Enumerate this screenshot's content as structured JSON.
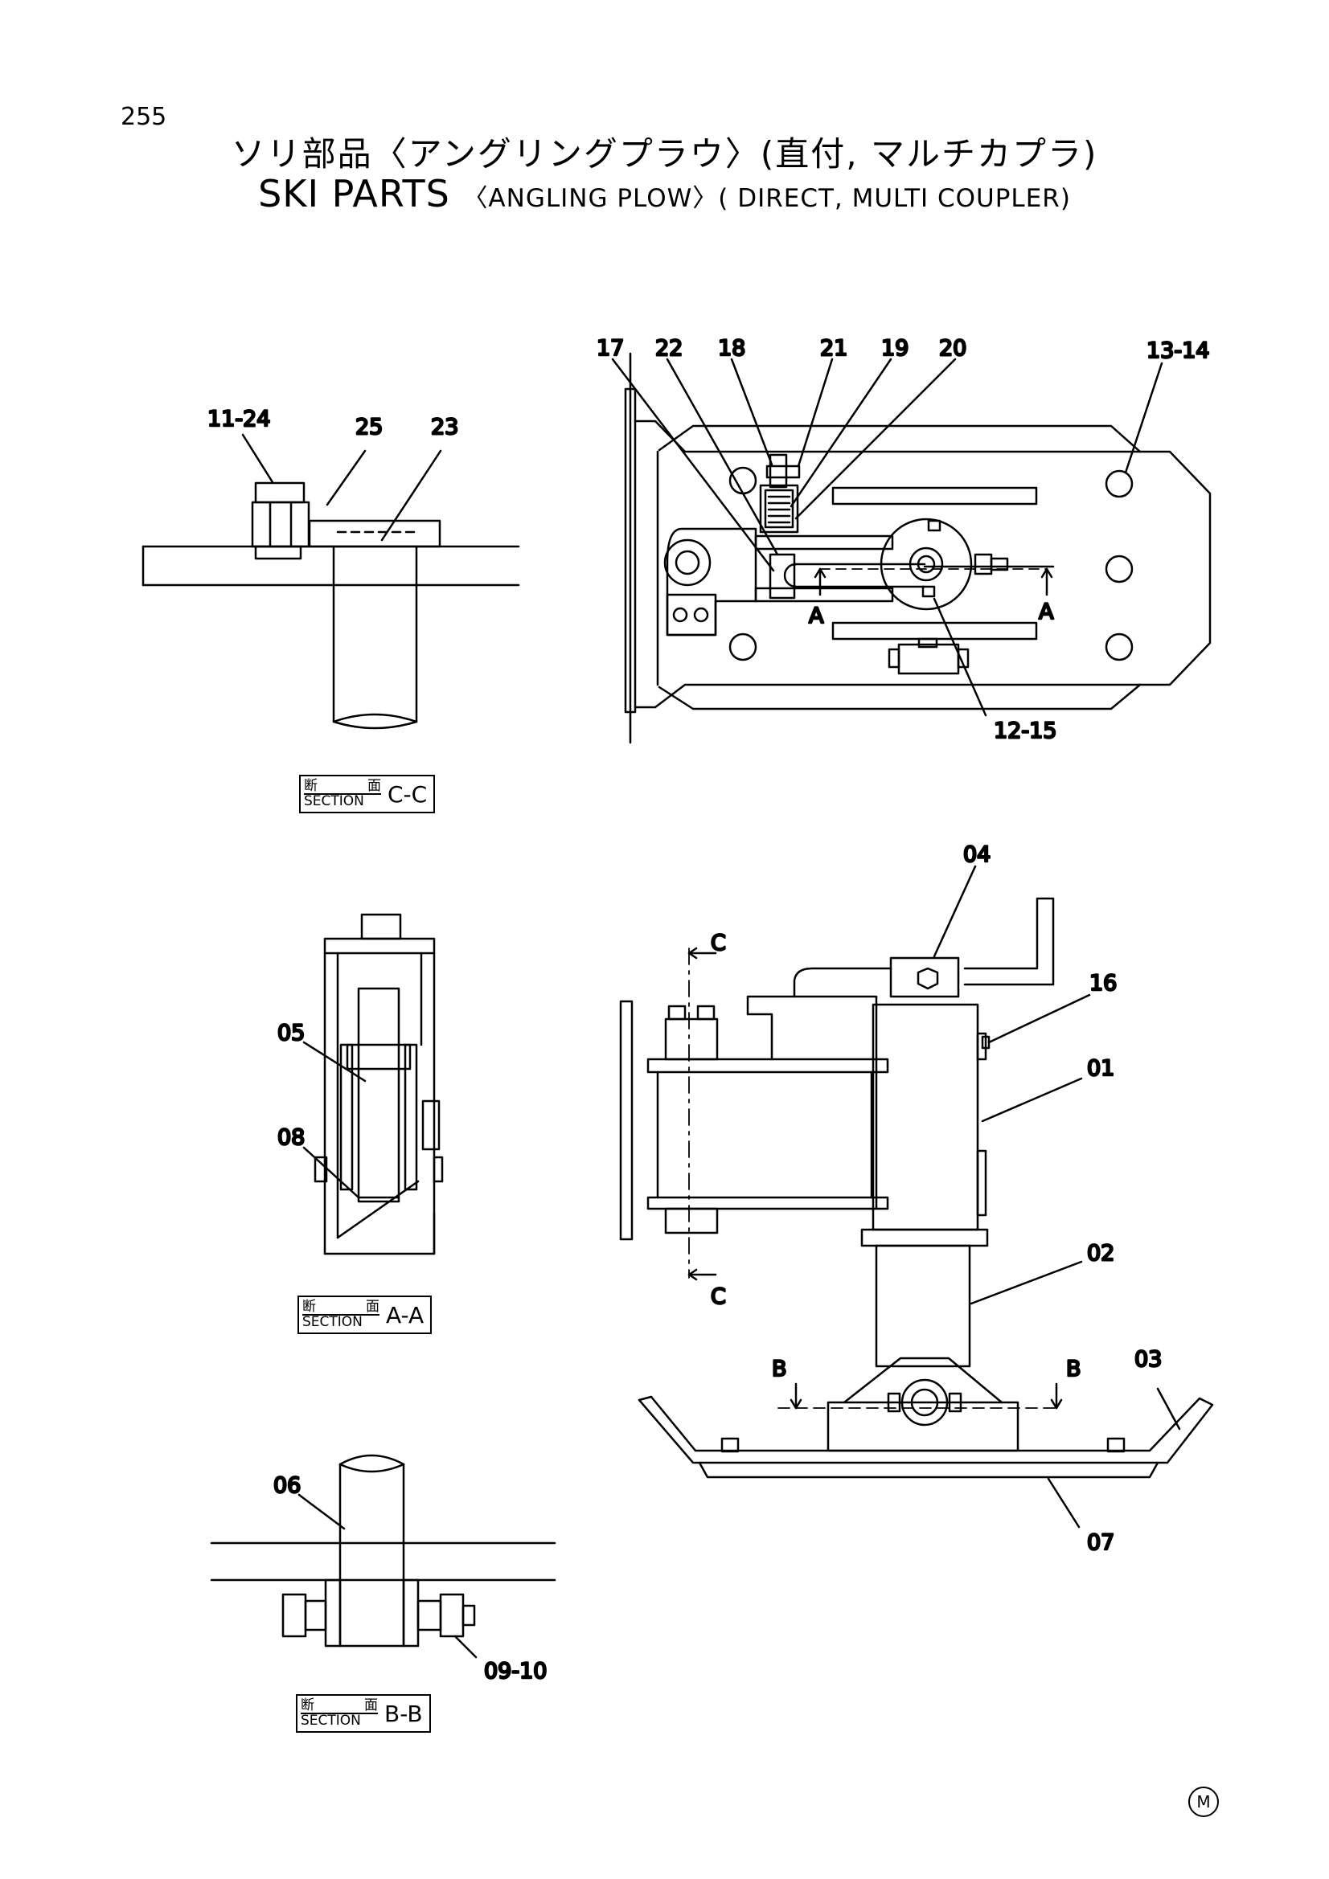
{
  "page_number": "255",
  "title_jp": "ソリ部品〈アングリングプラウ〉(直付, マルチカプラ)",
  "title_en_main": "SKI PARTS",
  "title_en_sub": "〈ANGLING PLOW〉( DIRECT, MULTI COUPLER)",
  "sections": {
    "cc": {
      "jp_a": "断",
      "jp_b": "面",
      "en": "SECTION",
      "id": "C-C"
    },
    "aa": {
      "jp_a": "断",
      "jp_b": "面",
      "en": "SECTION",
      "id": "A-A"
    },
    "bb": {
      "jp_a": "断",
      "jp_b": "面",
      "en": "SECTION",
      "id": "B-B"
    }
  },
  "labels": {
    "p17": "17",
    "p22": "22",
    "p18": "18",
    "p21": "21",
    "p19": "19",
    "p20": "20",
    "p13_14": "13-14",
    "p12_15": "12-15",
    "p11_24": "11-24",
    "p25": "25",
    "p23": "23",
    "p04": "04",
    "p16": "16",
    "p01": "01",
    "p02": "02",
    "p03": "03",
    "p07": "07",
    "p05": "05",
    "p08": "08",
    "p06": "06",
    "p09_10": "09-10"
  },
  "section_marks": {
    "a": "A",
    "b": "B",
    "c": "C"
  },
  "corner_mark": "M"
}
